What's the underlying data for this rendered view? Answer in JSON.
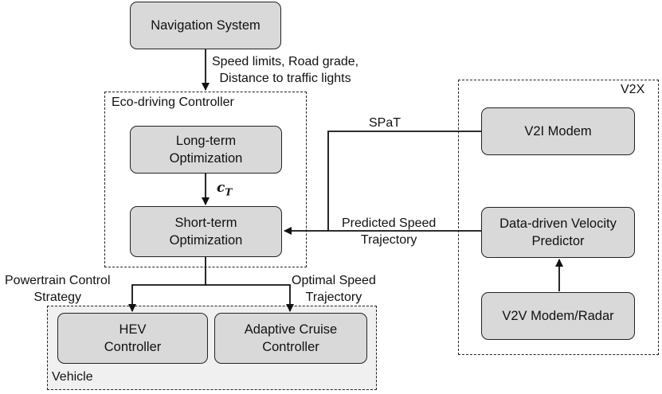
{
  "nodes": {
    "navigation": "Navigation System",
    "long_term": "Long-term\nOptimization",
    "short_term": "Short-term\nOptimization",
    "v2i": "V2I Modem",
    "predictor": "Data-driven Velocity\nPredictor",
    "v2v": "V2V Modem/Radar",
    "hev": "HEV\nController",
    "acc": "Adaptive Cruise\nController"
  },
  "groups": {
    "eco": "Eco-driving Controller",
    "v2x": "V2X",
    "vehicle": "Vehicle"
  },
  "edge_labels": {
    "nav_to_eco": "Speed limits, Road grade,\nDistance to traffic lights",
    "spat": "SPaT",
    "predicted": "Predicted Speed\nTrajectory",
    "powertrain": "Powertrain Control\nStrategy",
    "optimal": "Optimal Speed\nTrajectory",
    "ct_symbol": "c",
    "ct_subscript": "T"
  }
}
